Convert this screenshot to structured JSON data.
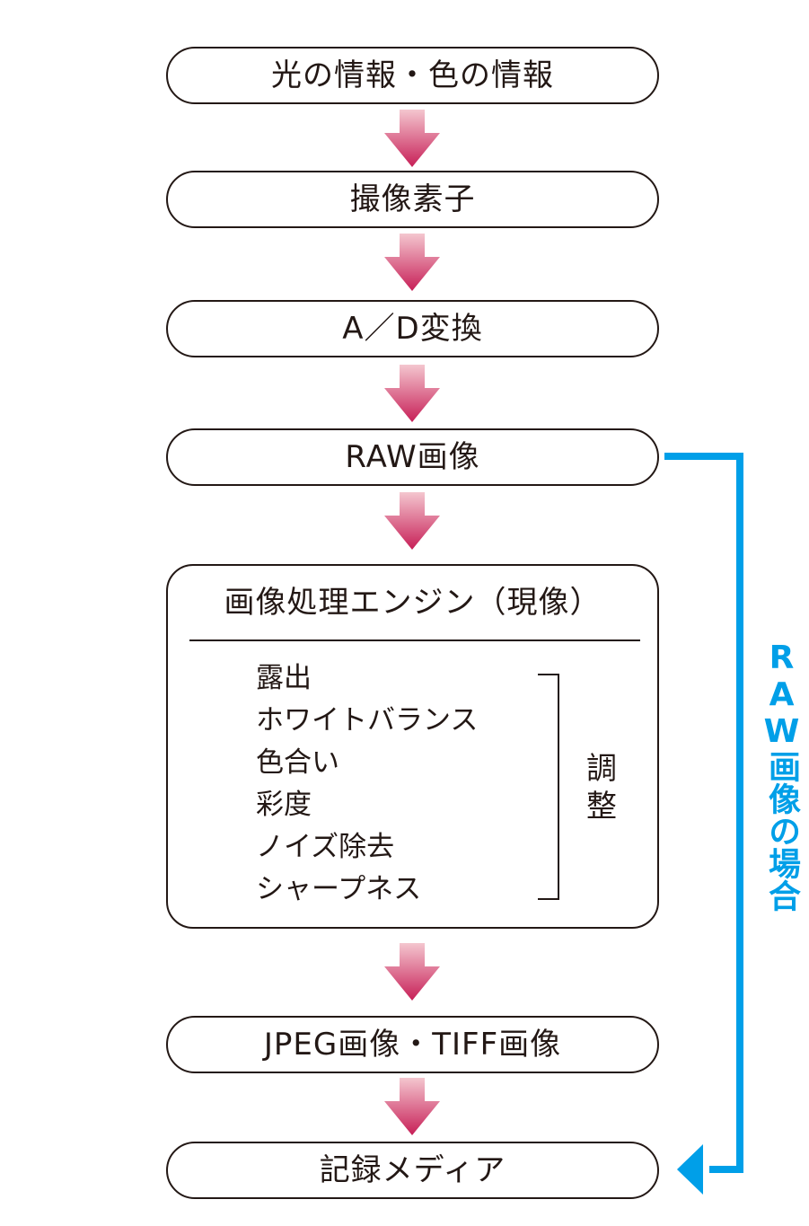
{
  "colors": {
    "stroke": "#231815",
    "arrow_top": "#f4c6cf",
    "arrow_bottom": "#c71f57",
    "raw_path": "#009fe8"
  },
  "steps": {
    "light_color": "光の情報・色の情報",
    "sensor": "撮像素子",
    "ad": "A／D変換",
    "raw": "RAW画像",
    "jpeg_tiff": "JPEG画像・TIFF画像",
    "media": "記録メディア"
  },
  "engine": {
    "title": "画像処理エンジン（現像）",
    "items": [
      "露出",
      "ホワイトバランス",
      "色合い",
      "彩度",
      "ノイズ除去",
      "シャープネス"
    ],
    "adjust_label": "調\n整"
  },
  "raw_path": {
    "label": "RAW画像の場合"
  }
}
